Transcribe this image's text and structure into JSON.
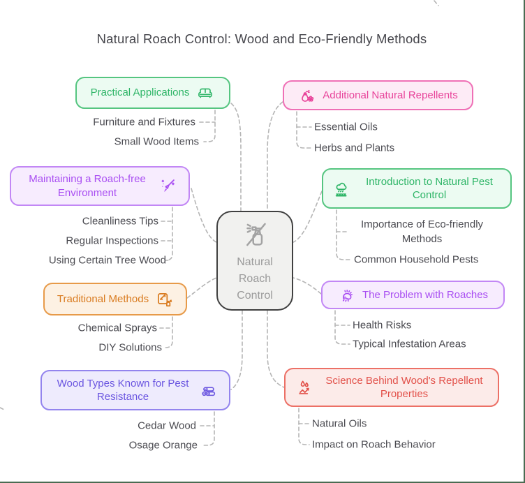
{
  "title": "Natural Roach Control: Wood and Eco-Friendly Methods",
  "center": {
    "label": "Natural Roach Control",
    "icon": "no-spray-icon"
  },
  "left_branches": [
    {
      "label": "Practical Applications",
      "color": "green",
      "icon": "couch-icon",
      "children": [
        "Furniture and Fixtures",
        "Small Wood Items"
      ]
    },
    {
      "label": "Maintaining a Roach-free Environment",
      "color": "purple",
      "icon": "broom-icon",
      "children": [
        "Cleanliness Tips",
        "Regular Inspections",
        "Using Certain Tree Wood"
      ]
    },
    {
      "label": "Traditional Methods",
      "color": "orange",
      "icon": "spray-document-icon",
      "children": [
        "Chemical Sprays",
        "DIY Solutions"
      ]
    },
    {
      "label": "Wood Types Known for Pest Resistance",
      "color": "violet",
      "icon": "wood-logs-icon",
      "children": [
        "Cedar Wood",
        "Osage Orange"
      ]
    }
  ],
  "right_branches": [
    {
      "label": "Additional Natural Repellents",
      "color": "pink",
      "icon": "perfume-bottle-icon",
      "children": [
        "Essential Oils",
        "Herbs and Plants"
      ]
    },
    {
      "label": "Introduction to Natural Pest Control",
      "color": "green",
      "icon": "eco-rain-icon",
      "children": [
        "Importance of Eco-friendly Methods",
        "Common Household Pests"
      ]
    },
    {
      "label": "The Problem with Roaches",
      "color": "purple",
      "icon": "roach-icon",
      "children": [
        "Health Risks",
        "Typical Infestation Areas"
      ]
    },
    {
      "label": "Science Behind Wood's Repellent Properties",
      "color": "red",
      "icon": "repellent-drops-icon",
      "children": [
        "Natural Oils",
        "Impact on Roach Behavior"
      ]
    }
  ],
  "colors": {
    "green": {
      "accent": "#2eb567",
      "border": "#55c580",
      "bg": "#ecfbf2"
    },
    "pink": {
      "accent": "#e8439a",
      "border": "#ef70b6",
      "bg": "#fdebf6"
    },
    "purple": {
      "accent": "#a94ef2",
      "border": "#c287f5",
      "bg": "#f7ecfe"
    },
    "orange": {
      "accent": "#d97b20",
      "border": "#e79a49",
      "bg": "#fdf1e3"
    },
    "violet": {
      "accent": "#6a55e0",
      "border": "#9384ee",
      "bg": "#eeebfd"
    },
    "red": {
      "accent": "#e25049",
      "border": "#ec7066",
      "bg": "#fcebe9"
    },
    "center": {
      "accent": "#9a9a9a",
      "border": "#404040",
      "bg": "#f1f1ef"
    },
    "connector": "#b5b5b5",
    "page_edge": "#4a6b52",
    "title_text": "#45454b",
    "child_text": "#4a4a50"
  }
}
